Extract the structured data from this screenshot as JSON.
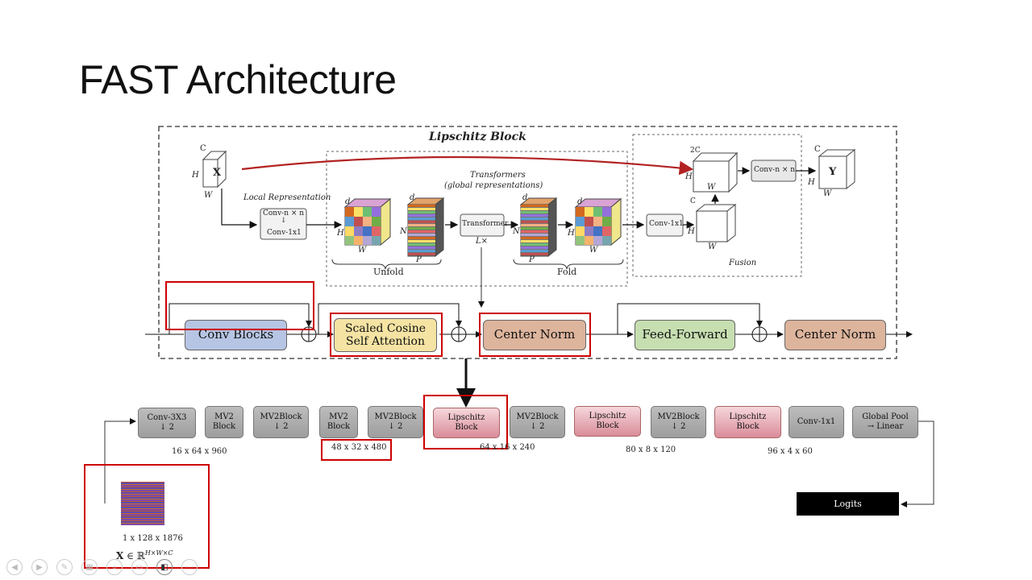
{
  "slide": {
    "title": "FAST Architecture"
  },
  "lipschitz": {
    "title": "Lipschitz Block",
    "x": "X",
    "y": "Y",
    "c": "C",
    "two_c": "2C",
    "h": "H",
    "w": "W",
    "d": "d",
    "n": "N",
    "p": "P",
    "local_rep": "Local Representation",
    "conv_nxn": "Conv-n × n",
    "arrow_down": "↓",
    "conv_1x1": "Conv-1x1",
    "transformers_title": "Transformers",
    "transformers_sub": "(global representations)",
    "transformer": "Transformer",
    "lx": "L×",
    "unfold": "Unfold",
    "fold": "Fold",
    "conv_1x1_b": "Conv-1x1",
    "conv_nxn_b": "Conv-n × n",
    "fusion": "Fusion"
  },
  "pipeline": {
    "conv_blocks": "Conv Blocks",
    "scaled_cosine_1": "Scaled Cosine",
    "scaled_cosine_2": "Self Attention",
    "center_norm_1": "Center Norm",
    "feed_forward": "Feed-Forward",
    "center_norm_2": "Center Norm"
  },
  "network": {
    "blocks": [
      {
        "l1": "Conv-3X3",
        "l2": "↓ 2"
      },
      {
        "l1": "MV2",
        "l2": "Block"
      },
      {
        "l1": "MV2Block",
        "l2": "↓ 2"
      },
      {
        "l1": "MV2",
        "l2": "Block"
      },
      {
        "l1": "MV2Block",
        "l2": "↓ 2"
      },
      {
        "l1": "Lipschitz",
        "l2": "Block"
      },
      {
        "l1": "MV2Block",
        "l2": "↓ 2"
      },
      {
        "l1": "Lipschitz",
        "l2": "Block"
      },
      {
        "l1": "MV2Block",
        "l2": "↓ 2"
      },
      {
        "l1": "Lipschitz",
        "l2": "Block"
      },
      {
        "l1": "Conv-1x1",
        "l2": ""
      },
      {
        "l1": "Global Pool",
        "l2": "→ Linear"
      }
    ],
    "shapes": [
      "16 x 64 x 960",
      "48 x 32 x 480",
      "64 x 16 x 240",
      "80 x 8 x 120",
      "96 x 4 x 60"
    ],
    "input_shape": "1 x 128 x 1876",
    "input_formula_x": "X",
    "input_formula_rest": "∈ ℝ",
    "input_formula_sup": "H×W×C",
    "logits": "Logits"
  },
  "colors": {
    "conv_blocks": "#b7c5e4",
    "scaled_cosine": "#f4e3a3",
    "center_norm": "#ddb49c",
    "feed_forward": "#c6deb0",
    "highlight": "#cc0000",
    "red_arrow": "#b22222"
  },
  "toolbar_icons": [
    "prev-icon",
    "next-icon",
    "pen-icon",
    "grid-icon",
    "zoom-icon",
    "subtitle-icon",
    "camera-icon",
    "more-icon"
  ]
}
